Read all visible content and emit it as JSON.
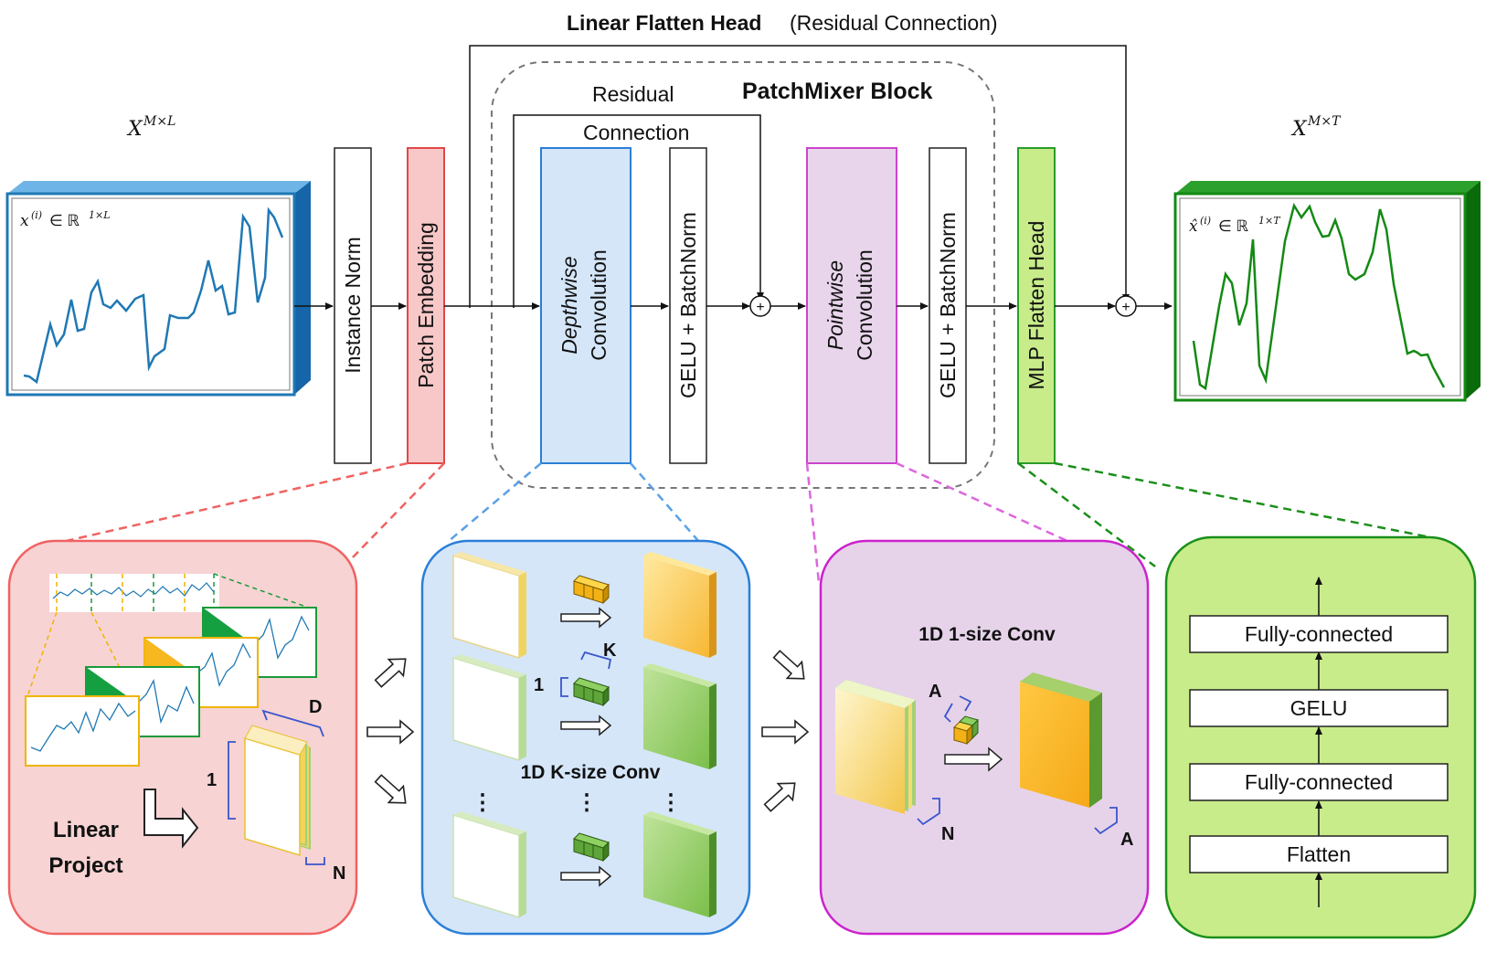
{
  "title_bold": "Linear Flatten Head",
  "title_paren": "(Residual Connection)",
  "input_shape": "X^{M×L}",
  "input_base": "X",
  "input_sup": "M×L",
  "input_series_label": "x^{(i)} ∈ ℝ^{1×L}",
  "input_series": {
    "x_sym": "x",
    "sup_i": "(i)",
    "in": "∈ ℝ",
    "dim": "1×L"
  },
  "output_shape": "X^{M×T}",
  "output_base": "X",
  "output_sup": "M×T",
  "output_series": {
    "x_sym": "x̂",
    "sup_i": "(i)",
    "in": "∈ ℝ",
    "dim": "1×T"
  },
  "colors": {
    "input_blue": "#1f78b4",
    "output_green": "#138a13",
    "patch_red": "#f4a6a6",
    "depthwise_blue": "#cfe2f8",
    "pointwise_purple": "#e6d3ea",
    "mlp_green": "#c8ec8a"
  },
  "blocks": {
    "instance_norm": "Instance Norm",
    "patch_embedding": "Patch Embedding",
    "depthwise_italic": "Depthwise",
    "depthwise_rest": "Convolution",
    "gelu_bn_1": "GELU + BatchNorm",
    "pointwise_italic": "Pointwise",
    "pointwise_rest": "Convolution",
    "gelu_bn_2": "GELU + BatchNorm",
    "mlp_flatten_head": "MLP Flatten Head"
  },
  "patchmixer_block": "PatchMixer Block",
  "residual_line1": "Residual",
  "residual_line2": "Connection",
  "plus_sign": "+",
  "patch_panel": {
    "linear": "Linear",
    "project": "Project",
    "D": "D",
    "one": "1",
    "N": "N"
  },
  "depthwise_panel": {
    "title": "1D K-size Conv",
    "K": "K",
    "one": "1",
    "dots": "⋮"
  },
  "pointwise_panel": {
    "title": "1D 1-size Conv",
    "A1": "A",
    "N": "N",
    "A2": "A"
  },
  "mlp_panel": {
    "fc_top": "Fully-connected",
    "gelu": "GELU",
    "fc_bottom": "Fully-connected",
    "flatten": "Flatten"
  }
}
